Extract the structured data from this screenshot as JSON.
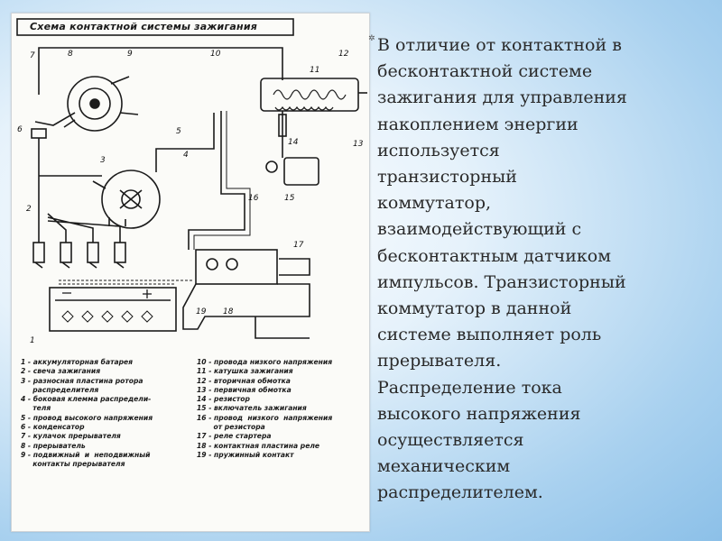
{
  "diagram": {
    "title": "Схема контактной системы зажигания",
    "labels": [
      "1",
      "2",
      "3",
      "4",
      "5",
      "6",
      "7",
      "8",
      "9",
      "10",
      "11",
      "12",
      "13",
      "14",
      "15",
      "16",
      "17",
      "18",
      "19"
    ],
    "legend_left": [
      "1 - аккумуляторная батарея",
      "2 - свеча зажигания",
      "3 - разносная пластина ротора",
      "     распределителя",
      "4 - боковая клемма распредели-",
      "     теля",
      "5 - провод высокого напряжения",
      "6 - конденсатор",
      "7 - кулачок прерывателя",
      "8 - прерыватель",
      "9 - подвижный  и  неподвижный",
      "     контакты прерывателя"
    ],
    "legend_right": [
      "10 - провода низкого напряжения",
      "11 - катушка зажигания",
      "12 - вторичная обмотка",
      "13 - первичная обмотка",
      "14 - резистор",
      "15 - включатель зажигания",
      "16 - провод  низкого  напряжения",
      "       от резистора",
      "17 - реле стартера",
      "18 - контактная пластина реле",
      "19 - пружинный контакт"
    ]
  },
  "body_text": {
    "bullet": "✲",
    "lines": [
      "В отличие от контактной в",
      "бесконтактной системе",
      "зажигания для управления",
      "накоплением энергии",
      "используется",
      "транзисторный",
      "коммутатор,",
      "взаимодействующий с",
      "бесконтактным датчиком",
      "импульсов. Транзисторный",
      "коммутатор в данной",
      "системе выполняет роль",
      "прерывателя.",
      "Распределение тока",
      "высокого напряжения",
      "осуществляется",
      "механическим",
      "распределителем."
    ]
  }
}
